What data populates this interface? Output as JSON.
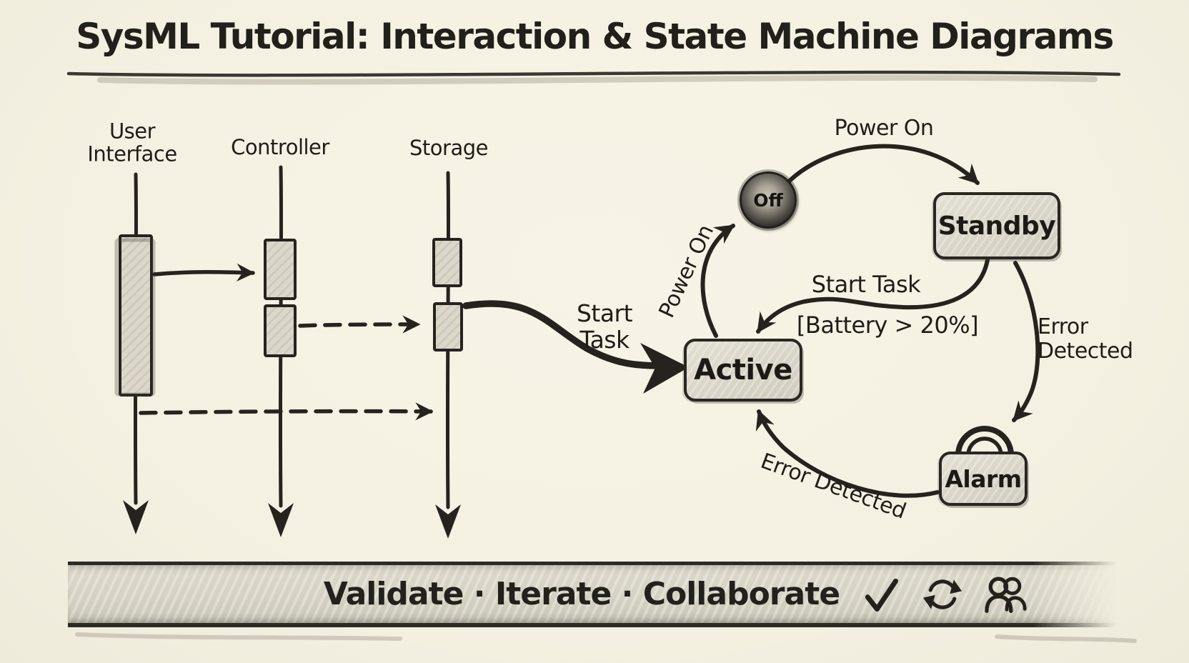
{
  "title": "SysML Tutorial: Interaction & State Machine Diagrams",
  "interaction": {
    "lifelines": [
      {
        "label": "User Interface"
      },
      {
        "label": "Controller"
      },
      {
        "label": "Storage"
      }
    ],
    "messages": [
      {
        "from": "User Interface",
        "to": "Controller",
        "style": "solid"
      },
      {
        "from": "Controller",
        "to": "Storage",
        "style": "dashed"
      },
      {
        "from": "User Interface",
        "to": "Storage",
        "style": "dashed"
      }
    ]
  },
  "connector": {
    "label": "Start Task"
  },
  "state_machine": {
    "states": [
      {
        "name": "Off",
        "shape": "circle"
      },
      {
        "name": "Standby",
        "shape": "rounded-box"
      },
      {
        "name": "Active",
        "shape": "rounded-box"
      },
      {
        "name": "Alarm",
        "shape": "rounded-box-with-bell"
      }
    ],
    "transitions": [
      {
        "from": "Off",
        "to": "Standby",
        "label": "Power On"
      },
      {
        "from": "Active",
        "to": "Off",
        "label": "Power On"
      },
      {
        "from": "Standby",
        "to": "Active",
        "label": "Start Task",
        "guard": "[Battery > 20%]"
      },
      {
        "from": "Standby",
        "to": "Alarm",
        "label": "Error Detected"
      },
      {
        "from": "Alarm",
        "to": "Active",
        "label": "Error Detected"
      }
    ]
  },
  "footer": {
    "text": "Validate · Iterate · Collaborate",
    "icons": [
      "check-icon",
      "refresh-icon",
      "team-icon"
    ]
  },
  "colors": {
    "background": "#f5f1e2",
    "ink": "#26231f",
    "state_fill": "#dcd8cb",
    "banner_fill": "#d7d3c5"
  }
}
